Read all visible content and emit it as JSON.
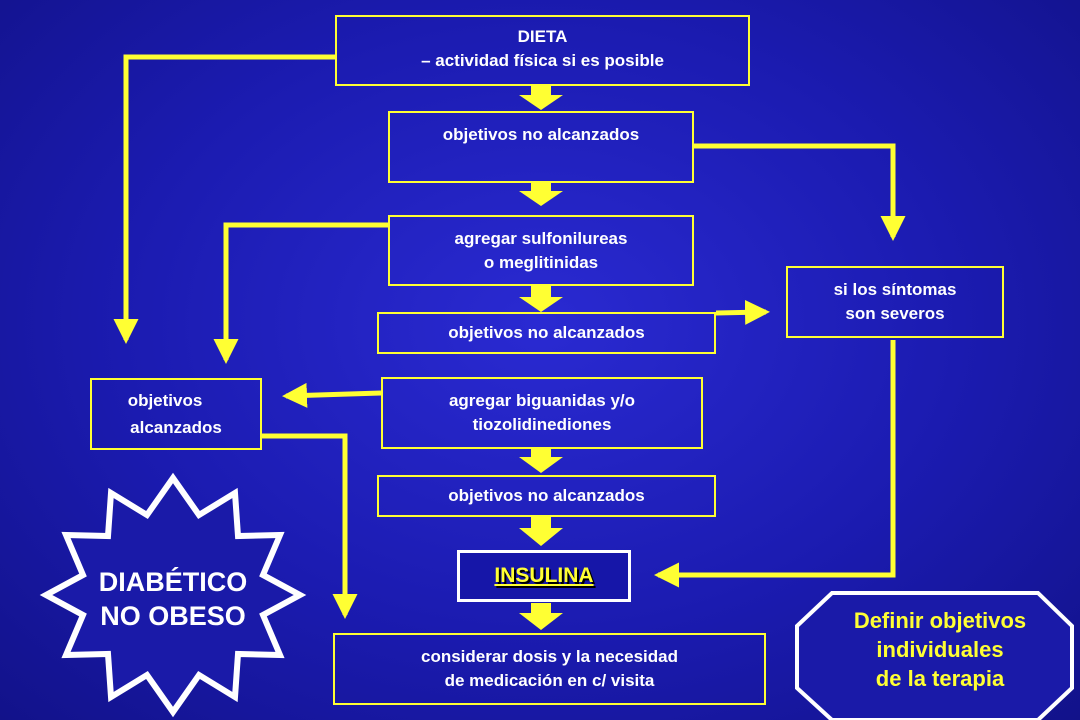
{
  "diagram": {
    "nodes": {
      "dieta": {
        "line1": "DIETA",
        "line2": "–  actividad física si es posible"
      },
      "obj1": {
        "text": "objetivos no alcanzados"
      },
      "sulfo": {
        "line1": "agregar sulfonilureas",
        "line2": "o meglitinidas"
      },
      "obj2": {
        "text": "objetivos no alcanzados"
      },
      "bigua": {
        "line1": "agregar biguanidas y/o",
        "line2": "tiozolidinediones"
      },
      "obj3": {
        "text": "objetivos no alcanzados"
      },
      "insulina": {
        "text": "INSULINA"
      },
      "considerar": {
        "line1": "considerar dosis y la necesidad",
        "line2": "de medicación en c/ visita"
      },
      "alcanzados": {
        "line1": "objetivos",
        "line2": "alcanzados"
      },
      "sintomas": {
        "line1": "si los síntomas",
        "line2": "son severos"
      }
    },
    "badge": {
      "line1": "DIABÉTICO",
      "line2": "NO OBESO"
    },
    "note": {
      "line1": "Definir objetivos",
      "line2": "individuales",
      "line3": "de la terapia"
    },
    "colors": {
      "background": "#1b1bb0",
      "connector": "#ffff33",
      "box_border": "#ffff33",
      "text": "#ffffff",
      "badge_fill": "#1a1aa8",
      "badge_border": "#ffffff",
      "note_text": "#ffff33"
    }
  }
}
